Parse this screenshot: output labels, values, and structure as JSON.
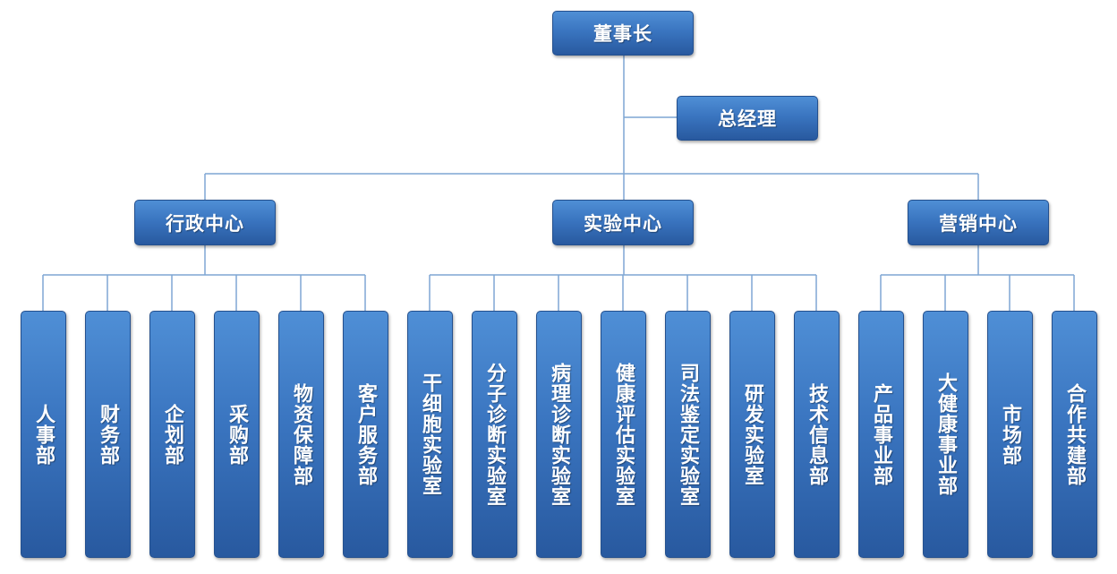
{
  "chairman": "董事长",
  "general_manager": "总经理",
  "centers": [
    {
      "label": "行政中心",
      "departments": [
        "人事部",
        "财务部",
        "企划部",
        "采购部",
        "物资保障部",
        "客户服务部"
      ]
    },
    {
      "label": "实验中心",
      "departments": [
        "干细胞实验室",
        "分子诊断实验室",
        "病理诊断实验室",
        "健康评估实验室",
        "司法鉴定实验室",
        "研发实验室",
        "技术信息部"
      ]
    },
    {
      "label": "营销中心",
      "departments": [
        "产品事业部",
        "大健康事业部",
        "市场部",
        "合作共建部"
      ]
    }
  ],
  "colors": {
    "box_top": "#4f8fd6",
    "box_bottom": "#28599f",
    "line": "#7fa6d4",
    "text": "#ffffff"
  }
}
